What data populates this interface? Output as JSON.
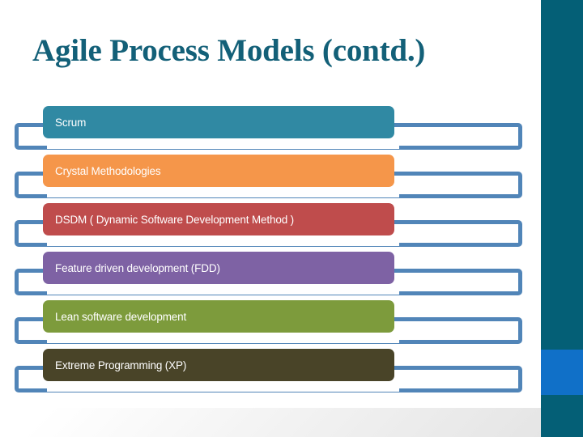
{
  "slide": {
    "title": "Agile Process Models (contd.)",
    "title_color": "#136078",
    "background_color": "#ffffff",
    "sidebar_color": "#045f76",
    "sidebar_accent_color": "#1070c8",
    "frame_outline_color": "#5185b8"
  },
  "items": [
    {
      "label": "Scrum",
      "color": "#3089a3"
    },
    {
      "label": "Crystal Methodologies",
      "color": "#f5964a"
    },
    {
      "label": "DSDM   ( Dynamic Software Development Method )",
      "color": "#bf4c4c"
    },
    {
      "label": "Feature driven development  (FDD)",
      "color": "#7e62a4"
    },
    {
      "label": "Lean software development",
      "color": "#7d9b3c"
    },
    {
      "label": "Extreme Programming (XP)",
      "color": "#494428"
    }
  ]
}
